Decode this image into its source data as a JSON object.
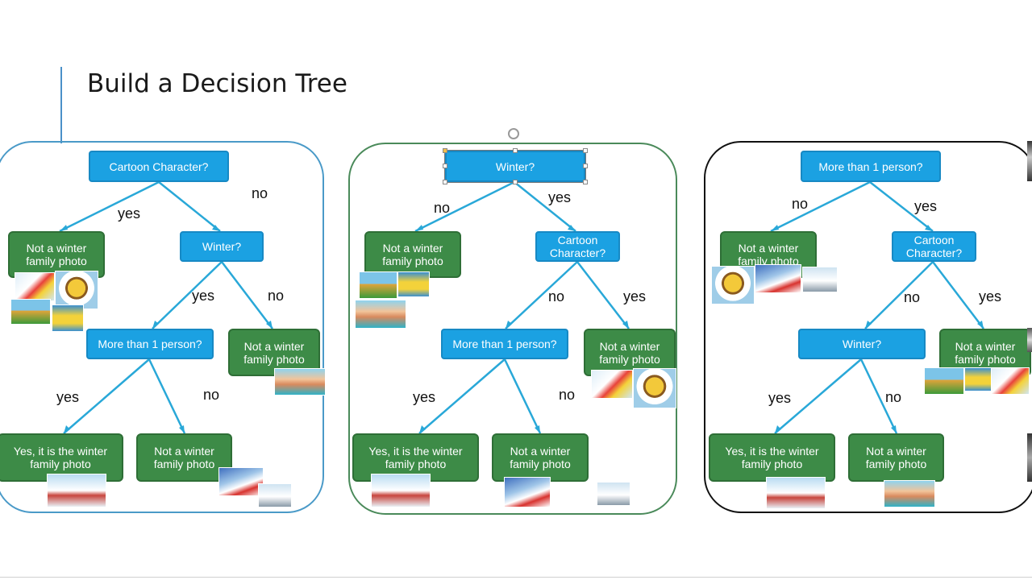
{
  "title": "Build a Decision Tree",
  "colors": {
    "question": "#1ba1e2",
    "leaf": "#3d8b47",
    "connector": "#29a8d8",
    "panel1": "#4a9ac8",
    "panel2": "#4a8a5a",
    "panel3": "#111111"
  },
  "trees": [
    {
      "nodes": {
        "root": "Cartoon Character?",
        "leaf_a": "Not a winter family photo",
        "q2": "Winter?",
        "q3": "More than 1 person?",
        "leaf_b": "Not a winter family photo",
        "yes_leaf": "Yes, it is the winter family photo",
        "leaf_c": "Not a winter family photo"
      },
      "labels": {
        "root_yes": "yes",
        "root_no": "no",
        "q2_yes": "yes",
        "q2_no": "no",
        "q3_yes": "yes",
        "q3_no": "no"
      }
    },
    {
      "nodes": {
        "root": "Winter?",
        "leaf_a": "Not a winter family photo",
        "q2": "Cartoon Character?",
        "q3": "More than 1 person?",
        "leaf_b": "Not a winter family photo",
        "yes_leaf": "Yes, it is the winter family photo",
        "leaf_c": "Not a winter family photo"
      },
      "labels": {
        "root_no": "no",
        "root_yes": "yes",
        "q2_no": "no",
        "q2_yes": "yes",
        "q3_yes": "yes",
        "q3_no": "no"
      }
    },
    {
      "nodes": {
        "root": "More than 1 person?",
        "leaf_a": "Not a winter family photo",
        "q2": "Cartoon Character?",
        "q3": "Winter?",
        "leaf_b": "Not a winter family photo",
        "yes_leaf": "Yes, it is the winter family photo",
        "leaf_c": "Not a winter family photo"
      },
      "labels": {
        "root_no": "no",
        "root_yes": "yes",
        "q2_no": "no",
        "q2_yes": "yes",
        "q3_yes": "yes",
        "q3_no": "no"
      }
    }
  ]
}
